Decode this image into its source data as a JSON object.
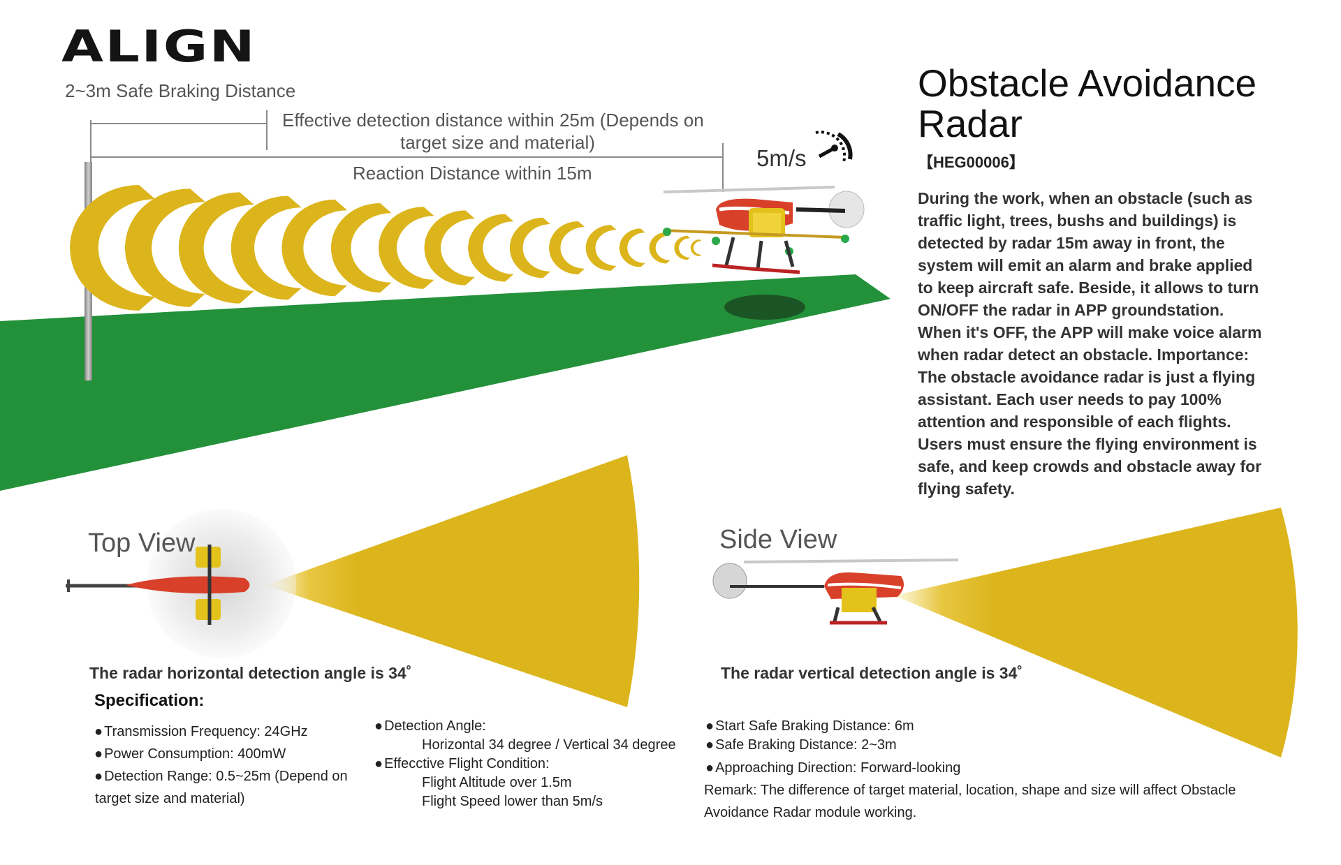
{
  "brand": {
    "logo_text": "ALIGN"
  },
  "dimensions": {
    "safe_braking": "2~3m Safe Braking Distance",
    "effective_detection_line1": "Effective detection distance within 25m (Depends on",
    "effective_detection_line2": "target size and material)",
    "reaction": "Reaction Distance within 15m"
  },
  "speed": {
    "label": "5m/s",
    "icon": "speedometer-icon"
  },
  "product": {
    "title_line1": "Obstacle Avoidance",
    "title_line2": "Radar",
    "code": "【HEG00006】",
    "description": "During the work, when an obstacle (such as traffic light, trees, bushs and buildings) is detected by radar 15m away in front, the system will emit an alarm and brake applied to keep aircraft safe. Beside, it allows to turn ON/OFF the radar in APP groundstation. When it's OFF, the APP will make voice alarm when radar detect an obstacle. Importance: The obstacle avoidance radar is just a flying assistant. Each user needs to pay 100% attention and responsible of each flights. Users must ensure the flying environment is safe, and keep crowds and obstacle away for flying safety."
  },
  "top_view": {
    "title": "Top View",
    "angle_text": "The radar horizontal detection angle is 34˚"
  },
  "side_view": {
    "title": "Side View",
    "angle_text": "The radar vertical detection angle is 34˚"
  },
  "specification": {
    "heading": "Specification:",
    "col1": [
      "Transmission Frequency: 24GHz",
      "Power Consumption: 400mW",
      "Detection Range: 0.5~25m (Depend on",
      "target size and material)"
    ],
    "col2": [
      "Detection Angle:",
      "Horizontal 34 degree / Vertical 34 degree",
      "Effecctive Flight Condition:",
      "Flight Altitude over 1.5m",
      "Flight Speed lower than 5m/s"
    ],
    "col3": [
      "Start Safe Braking Distance: 6m",
      "Safe Braking Distance: 2~3m",
      "Approaching Direction: Forward-looking",
      "Remark: The difference of target material, location, shape and size will affect Obstacle",
      "Avoidance Radar module working."
    ]
  },
  "colors": {
    "ground": "#23913a",
    "radar_yellow": "#dcb51c",
    "pole": "#9a9a9a",
    "heli_red": "#d9402a",
    "heli_yellow": "#e3c21c"
  }
}
